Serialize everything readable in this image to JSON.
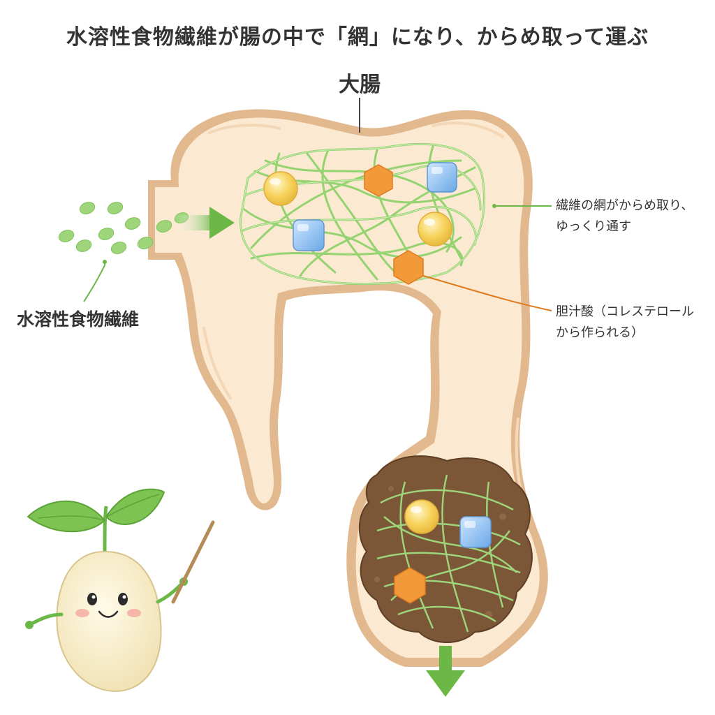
{
  "title": "水溶性食物繊維が腸の中で「網」になり、からめ取って運ぶ",
  "organ_label": "大腸",
  "inflow_label": "水溶性食物繊維",
  "callouts": {
    "net": {
      "line1": "繊維の網がからめ取り、",
      "line2": "ゆっくり通す"
    },
    "bile_acid": {
      "line1": "胆汁酸（コレステロール",
      "line2": "から作られる）"
    }
  },
  "colors": {
    "intestine_fill": "#fbe9d2",
    "intestine_outline": "#e2b98e",
    "fiber_green": "#8fd06a",
    "arrow_green": "#6cb847",
    "stool_brown": "#7b5637",
    "bile_acid_orange": "#f29a3a",
    "yellow_ball": "#f7d25c",
    "blue_cube": "#7fb8ec"
  },
  "icons": [
    "sprout-mascot-icon",
    "pointer-stick-icon",
    "droplet-icon",
    "down-arrow-icon",
    "right-arrow-icon",
    "bile-acid-hexagon-icon",
    "cholesterol-ball-icon",
    "blue-cube-icon"
  ]
}
